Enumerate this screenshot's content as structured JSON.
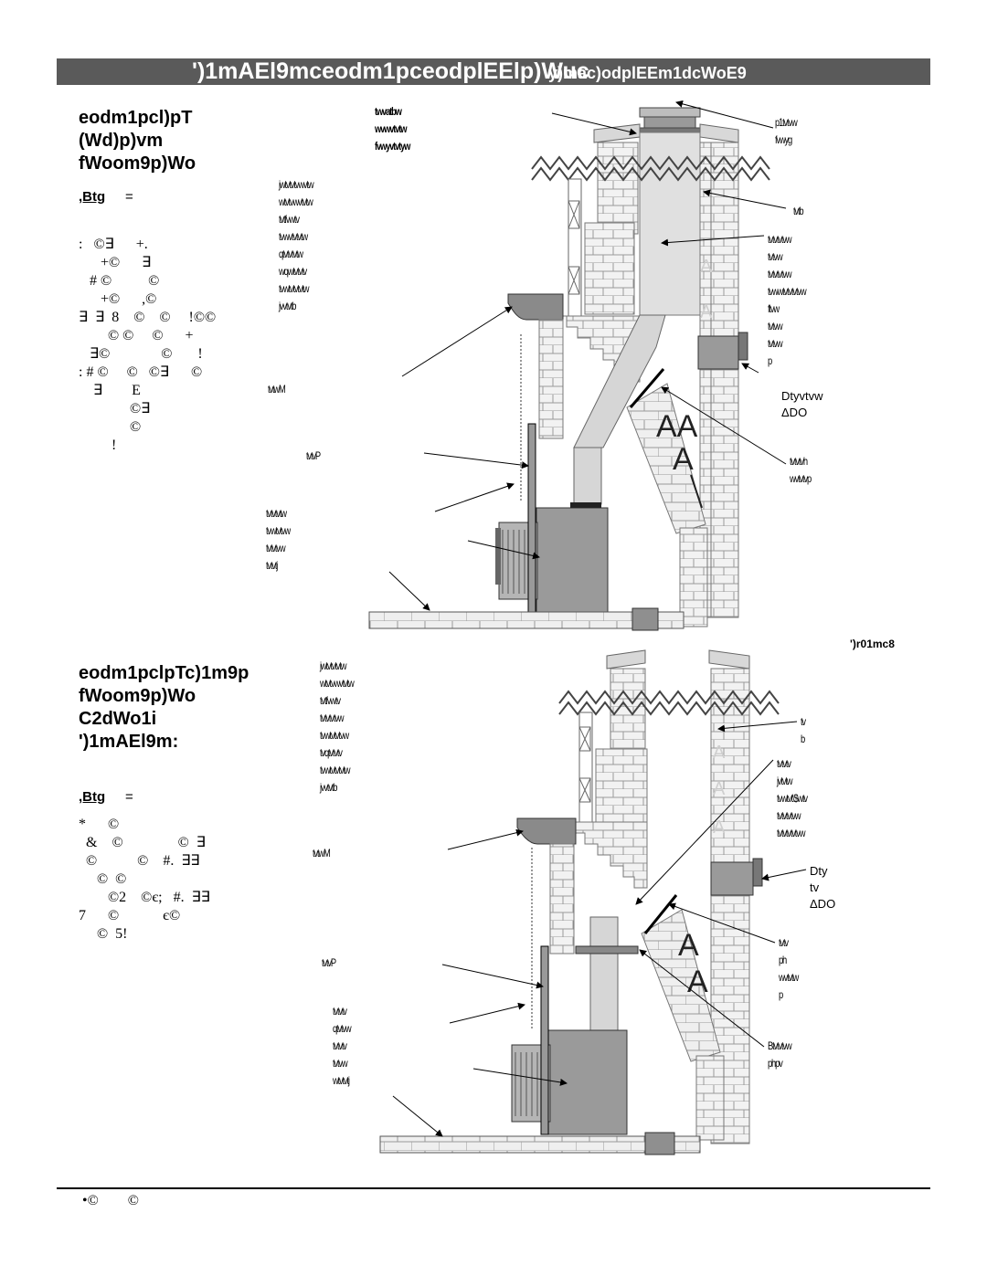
{
  "header": {
    "title": "')1mAEl9mceodm1pceodplEElp)Wuc",
    "subtitle": "y)mac)odplEEm1dcWoE9"
  },
  "section1": {
    "heading": [
      "eodm1pcl)pT",
      "(Wd)p)vm",
      "fWoom9p)Wo"
    ],
    "fig_label": ",Btg",
    "fig_eq": "=",
    "body": ":   ©∃      +.\n      +©      ∃\n   # ©          ©\n      +©      ,©\n∃  ∃  8    ©    ©     !©©\n        © ©     ©      +\n   ∃©              ©       !\n: # ©     ©   ©∃      ©\n    ∃        E\n              ©∃\n              ©\n         !",
    "callouts": {
      "top_note": "twvatbw\nwvwvtvtw\nfvwyvtvtyw",
      "p1": "p1tvtvw\nfvwyg",
      "chimney_left": "jwtvtvtvwvtw\nwtvtvwvtvtw\ntvtfvwtv\ntvwvtvtvtw\nqtvtvtvtw\nwqwtvtvtv\ntvwtvtvtvtw\njvvtvtb",
      "flue_right": "tvtb",
      "liner_right": "tvtvtvtvw\ntvtvw\ntvtvtvtvw\ntvwwtvtvtvtvw\nftvw\ntvtvw\ntvtvw\np",
      "damper": "Dtyvtvw\nΔDO",
      "mantel": "tvtwM",
      "clearance": "tvtvP",
      "stove_left": "tvtvtvtw\ntvwtvtvw\ntvtvtvw\ntvtvtj",
      "hearth_right": "tvtvtvh\nwvtvtvp",
      "fig_id": "')r01mc8"
    }
  },
  "section2": {
    "heading": [
      "eodm1pclpTc)1m9p",
      "fWoom9p)Wo",
      "C2dWo1i",
      "')1mAEl9m:"
    ],
    "fig_label": ",Btg",
    "fig_eq": "=",
    "body": "*      ©\n  &    ©               ©  ∃\n  ©           ©    #.  ∃∃\n     ©  ©\n        ©2    ©є;   #.  ∃∃\n7      ©            є©\n     ©  5!",
    "callouts": {
      "chimney_left": "jwtvtvtvtw\nwtvtvwvtvtw\ntvtfvwtv\ntvtvtvtvw\ntvwtvtvtvw\ntvqtvtvtv\ntvwtvtvtvtw\njvvtvtb",
      "flue_right": "tv\nb",
      "liner_right": "tvtvtv\njvtvtw\ntvwtvt\\$wtv\ntvtvtvtvw\ntvtvtvtvtvw",
      "damper": "Dty\ntv\nΔDO",
      "mantel": "tvtwM",
      "clearance": "tvtvP",
      "stove_left": "tvtvtv\nqtvtvw\ntvtvtv\ntvtvw\nwtvtvtj",
      "hearth_right": "tvtv\nph\nwvtvtw\np",
      "adapter": "Btvtvtvw\nphpv"
    }
  },
  "footer": {
    "text": "•©        ©"
  }
}
